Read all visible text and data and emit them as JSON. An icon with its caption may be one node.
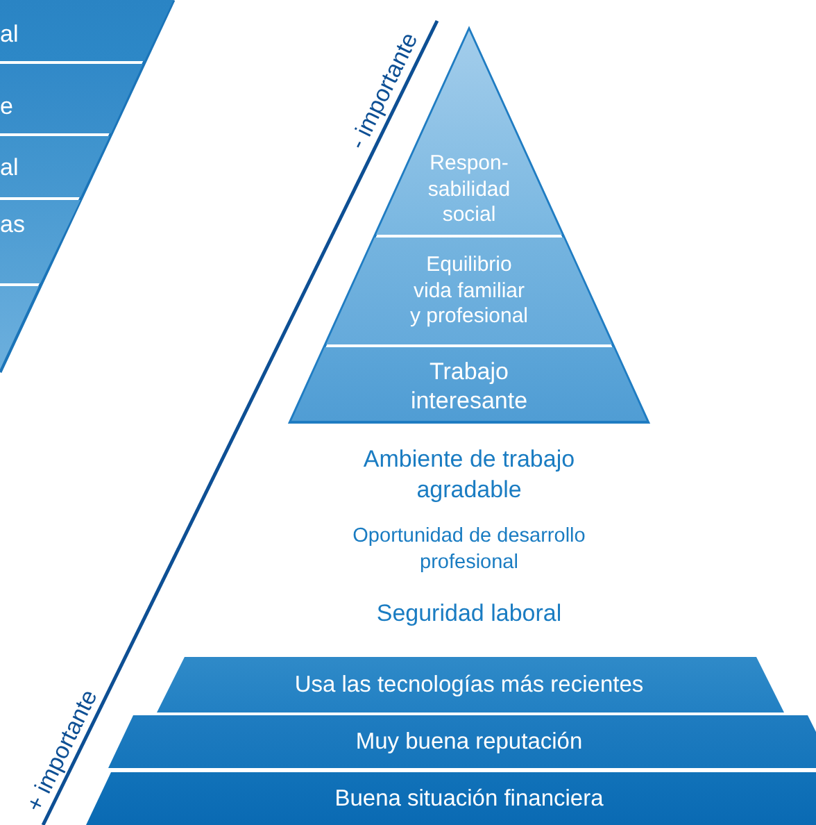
{
  "diagram": {
    "nodes": [
      {
        "text": [
          "al"
        ]
      },
      {
        "text": [
          "e"
        ]
      },
      {
        "text": [
          "al"
        ]
      },
      {
        "text": [
          "as"
        ]
      },
      {
        "text": [],
        "shape": "band"
      },
      {
        "text": [
          "Respon- sabilidad social"
        ]
      },
      {
        "text": [
          "Equilibrio vida familiar y profesional"
        ]
      },
      {
        "text": [
          "Trabajo interesante"
        ]
      },
      {
        "text": [
          "Usa las tecnologías más recientes"
        ]
      },
      {
        "text": [
          "Muy buena reputación"
        ]
      },
      {
        "text": [
          "Buena situación financiera"
        ]
      }
    ],
    "labels": [
      "- importante",
      "Ambiente de trabajo agradable",
      "Oportunidad de desarrollo profesional",
      "Seguridad laboral",
      "+ importante"
    ]
  }
}
